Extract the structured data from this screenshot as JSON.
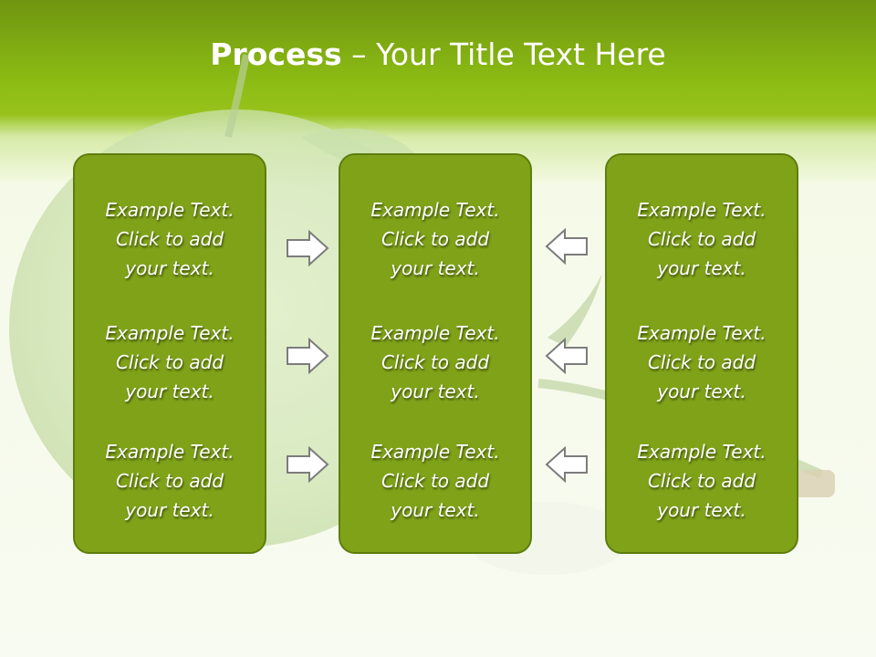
{
  "title": {
    "strong": "Process",
    "rest": " – Your Title Text Here"
  },
  "columns": [
    {
      "items": [
        "Example Text.\nClick  to add\nyour text.",
        "Example Text.\nClick  to add\nyour text.",
        "Example Text.\nClick  to add\nyour text."
      ]
    },
    {
      "items": [
        "Example Text.\nClick  to add\nyour text.",
        "Example Text.\nClick  to add\nyour text.",
        "Example Text.\nClick  to add\nyour text."
      ]
    },
    {
      "items": [
        "Example Text.\nClick  to add\nyour text.",
        "Example Text.\nClick  to add\nyour text.",
        "Example Text.\nClick  to add\nyour text."
      ]
    }
  ],
  "arrows": {
    "left_group": [
      "right-arrow-icon",
      "right-arrow-icon",
      "right-arrow-icon"
    ],
    "right_group": [
      "left-arrow-icon",
      "left-arrow-icon",
      "left-arrow-icon"
    ]
  },
  "colors": {
    "header": "#8cbc14",
    "box_fill": "#7fa219",
    "box_border": "#5d7d0d",
    "text": "#ffffff"
  }
}
